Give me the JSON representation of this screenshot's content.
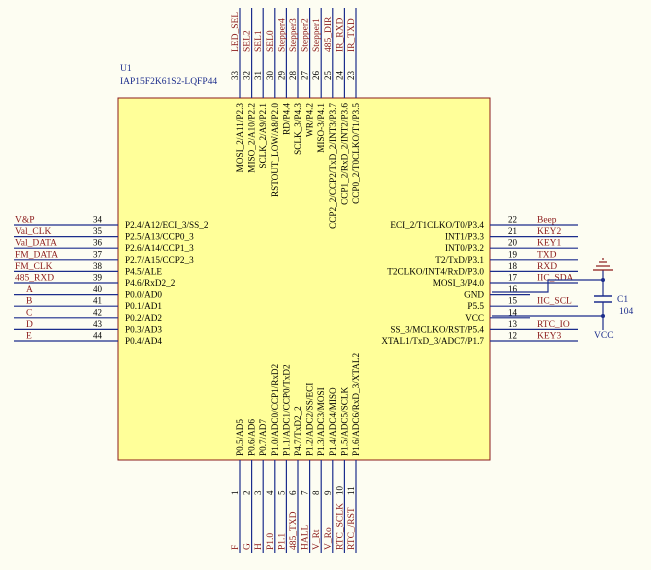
{
  "chip": {
    "designator": "U1",
    "part": "IAP15F2K61S2-LQFP44",
    "fill": "#ffff99",
    "border": "#8b1a1a"
  },
  "colors": {
    "wire": "#1c2d8c",
    "net_label": "#8b1a1a",
    "pin_text": "#000000",
    "background": "#fdfdf2"
  },
  "pins": {
    "left": [
      {
        "num": "34",
        "name": "P2.4/A12/ECI_3/SS_2",
        "net": "V&P"
      },
      {
        "num": "35",
        "name": "P2.5/A13/CCP0_3",
        "net": "Val_CLK"
      },
      {
        "num": "36",
        "name": "P2.6/A14/CCP1_3",
        "net": "Val_DATA"
      },
      {
        "num": "37",
        "name": "P2.7/A15/CCP2_3",
        "net": "FM_DATA"
      },
      {
        "num": "38",
        "name": "P4.5/ALE",
        "net": "FM_CLK"
      },
      {
        "num": "39",
        "name": "P4.6/RxD2_2",
        "net": "485_RXD"
      },
      {
        "num": "40",
        "name": "P0.0/AD0",
        "net": "A"
      },
      {
        "num": "41",
        "name": "P0.1/AD1",
        "net": "B"
      },
      {
        "num": "42",
        "name": "P0.2/AD2",
        "net": "C"
      },
      {
        "num": "43",
        "name": "P0.3/AD3",
        "net": "D"
      },
      {
        "num": "44",
        "name": "P0.4/AD4",
        "net": "E"
      }
    ],
    "right": [
      {
        "num": "22",
        "name": "ECI_2/T1CLKO/T0/P3.4",
        "net": "Beep"
      },
      {
        "num": "21",
        "name": "INT1/P3.3",
        "net": "KEY2"
      },
      {
        "num": "20",
        "name": "INT0/P3.2",
        "net": "KEY1"
      },
      {
        "num": "19",
        "name": "T2/TxD/P3.1",
        "net": "TXD"
      },
      {
        "num": "18",
        "name": "T2CLKO/INT4/RxD/P3.0",
        "net": "RXD"
      },
      {
        "num": "17",
        "name": "MOSI_3/P4.0",
        "net": "IIC_SDA"
      },
      {
        "num": "16",
        "name": "GND",
        "net": ""
      },
      {
        "num": "15",
        "name": "P5.5",
        "net": "IIC_SCL"
      },
      {
        "num": "14",
        "name": "VCC",
        "net": ""
      },
      {
        "num": "13",
        "name": "SS_3/MCLKO/RST/P5.4",
        "net": "RTC_IO"
      },
      {
        "num": "12",
        "name": "XTAL1/TxD_3/ADC7/P1.7",
        "net": "KEY3"
      }
    ],
    "top": [
      {
        "num": "33",
        "name": "MOSI_2/A11/P2.3",
        "net": "LED_SEL"
      },
      {
        "num": "32",
        "name": "MISO_2/A10/P2.2",
        "net": "SEL2"
      },
      {
        "num": "31",
        "name": "SCLK_2/A9/P2.1",
        "net": "SEL1"
      },
      {
        "num": "30",
        "name": "RSTOUT_LOW/A8/P2.0",
        "net": "SEL0"
      },
      {
        "num": "29",
        "name": "RD/P4.4",
        "net": "Stepper4"
      },
      {
        "num": "28",
        "name": "SCLK_3/P4.3",
        "net": "Stepper3"
      },
      {
        "num": "27",
        "name": "WR/P4.2",
        "net": "Stepper2"
      },
      {
        "num": "26",
        "name": "MISO-3/P4.1",
        "net": "Stepper1"
      },
      {
        "num": "25",
        "name": "CCP2_2/CCP2/TxD_2/INT3/P3.7",
        "net": "485_DIR"
      },
      {
        "num": "24",
        "name": "CCP1_2/RxD_2/INT2/P3.6",
        "net": "IR_RXD"
      },
      {
        "num": "23",
        "name": "CCP0_2/T0CLKO/T1/P3.5",
        "net": "IR_TXD"
      }
    ],
    "bottom": [
      {
        "num": "1",
        "name": "P0.5/AD5",
        "net": "F"
      },
      {
        "num": "2",
        "name": "P0.6/AD6",
        "net": "G"
      },
      {
        "num": "3",
        "name": "P0.7/AD7",
        "net": "H"
      },
      {
        "num": "4",
        "name": "P1.0/ADC0/CCP1/RxD2",
        "net": "P1.0"
      },
      {
        "num": "5",
        "name": "P1.1/ADC1/CCP0/TxD2",
        "net": "P1.1"
      },
      {
        "num": "6",
        "name": "P4.7/TxD2_2",
        "net": "485_TXD"
      },
      {
        "num": "7",
        "name": "P1.2/ADC2/SS/ECI",
        "net": "HALL"
      },
      {
        "num": "8",
        "name": "P1.3/ADC3/MOSI",
        "net": "V_Rt"
      },
      {
        "num": "9",
        "name": "P1.4/ADC4/MISO",
        "net": "V_Ro"
      },
      {
        "num": "10",
        "name": "P1.5/ADC5/SCLK",
        "net": "RTC_SCLK"
      },
      {
        "num": "11",
        "name": "P1.6/ADC6/RxD_3/XTAL2",
        "net": "RTC_/RST"
      }
    ]
  },
  "capacitor": {
    "ref": "C1",
    "value": "104"
  },
  "vcc_label": "VCC"
}
